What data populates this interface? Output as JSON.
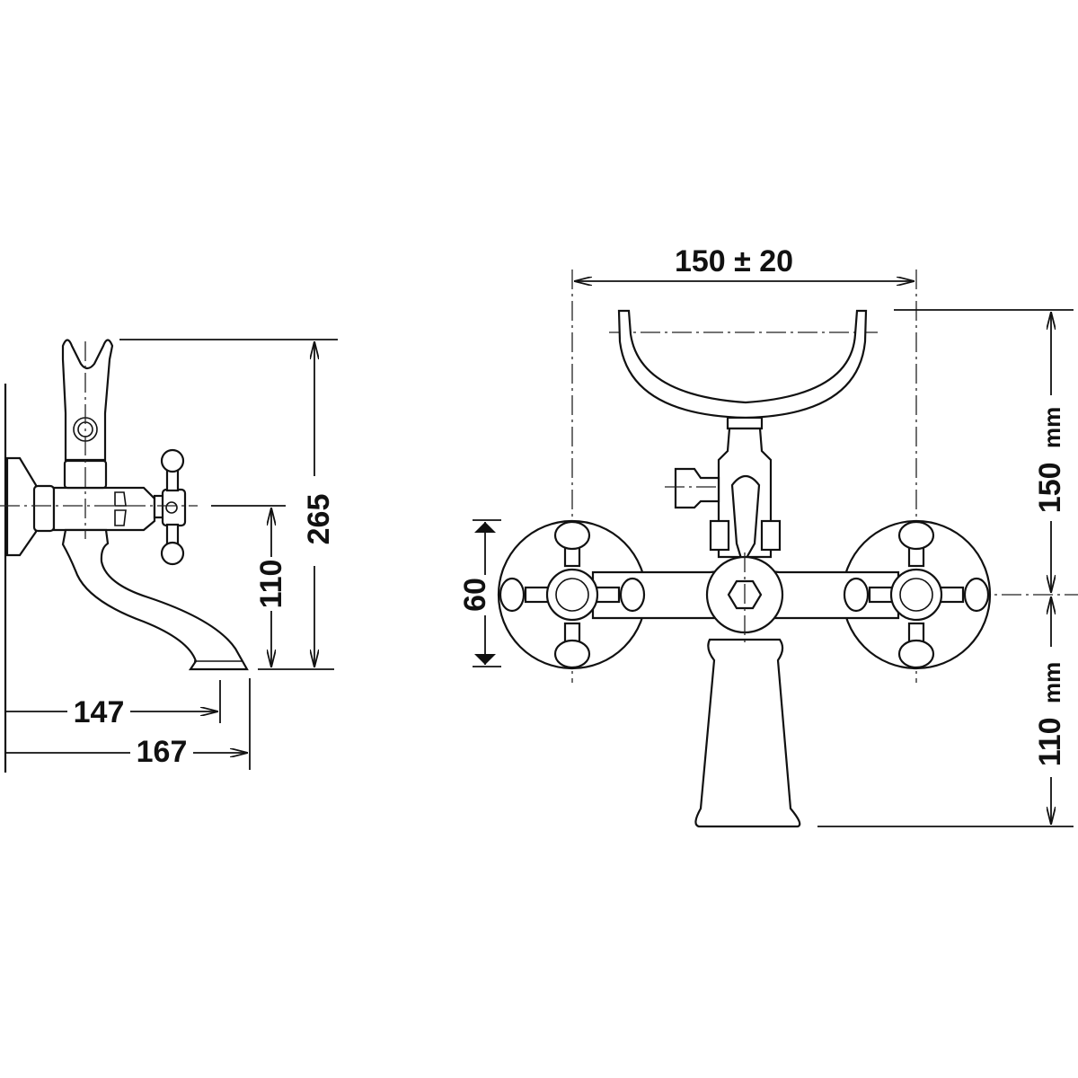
{
  "side_view": {
    "dim_height_total": "265",
    "dim_spout_height": "110",
    "dim_spout_reach": "147",
    "dim_total_depth": "167"
  },
  "front_view": {
    "dim_centers": "150 ± 20",
    "dim_flange": "60",
    "dim_upper": "150",
    "dim_upper_unit": "mm",
    "dim_lower": "110",
    "dim_lower_unit": "mm"
  },
  "colors": {
    "line": "#111111",
    "background": "#ffffff"
  }
}
